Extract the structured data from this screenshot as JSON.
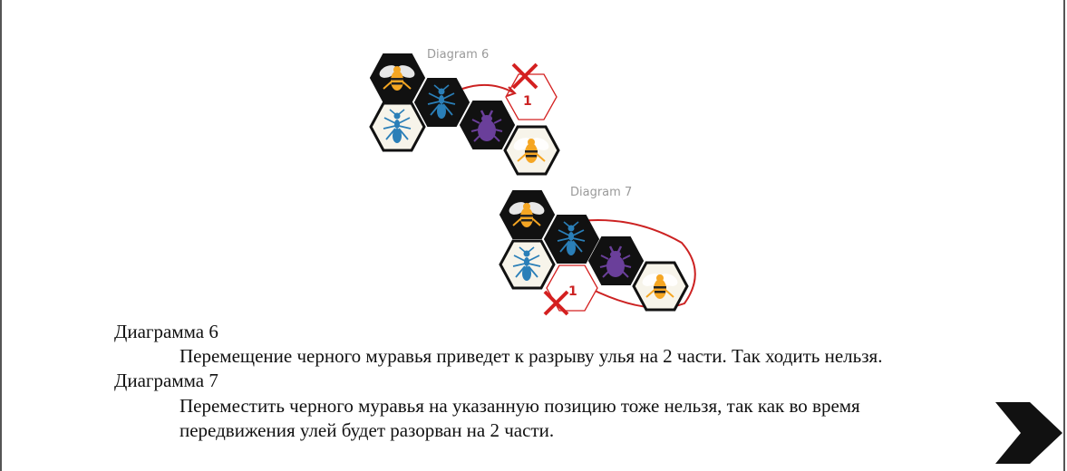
{
  "diagrams": {
    "d6": {
      "caption": "Diagram 6",
      "slot_number": "1"
    },
    "d7": {
      "caption": "Diagram 7",
      "slot_number": "1"
    }
  },
  "text": {
    "d6_heading": "Диаграмма 6",
    "d6_body": "Перемещение черного муравья приведет к разрыву улья на 2 части. Так ходить нельзя.",
    "d7_heading": "Диаграмма 7",
    "d7_body_line1": "Переместить черного муравья на указанную позицию тоже нельзя, так как во время",
    "d7_body_line2": "передвижения улей будет разорван на 2 части."
  },
  "colors": {
    "bee": "#f5a623",
    "ant": "#2a7fb8",
    "beetle": "#6a3f9a",
    "tile_black": "#111111",
    "tile_white": "#f7f4ea",
    "forbidden": "#d42020",
    "path_line": "#cc2222"
  },
  "icons": [
    "bee-icon",
    "ant-icon",
    "beetle-icon",
    "forbidden-x-icon",
    "next-arrow-icon"
  ]
}
